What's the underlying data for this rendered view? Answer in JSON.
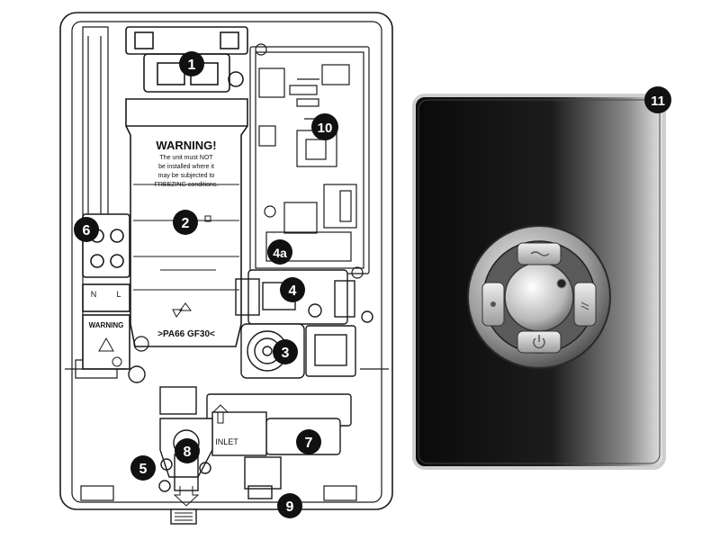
{
  "callouts": [
    {
      "key": "c1",
      "label": "1"
    },
    {
      "key": "c2",
      "label": "2"
    },
    {
      "key": "c3",
      "label": "3"
    },
    {
      "key": "c4",
      "label": "4"
    },
    {
      "key": "c4a",
      "label": "4a"
    },
    {
      "key": "c5",
      "label": "5"
    },
    {
      "key": "c6",
      "label": "6"
    },
    {
      "key": "c7",
      "label": "7"
    },
    {
      "key": "c8",
      "label": "8"
    },
    {
      "key": "c9",
      "label": "9"
    },
    {
      "key": "c10",
      "label": "10"
    },
    {
      "key": "c11",
      "label": "11"
    }
  ],
  "tank_warning": {
    "title": "WARNING!",
    "line1": "The unit must NOT",
    "line2": "be installed where it",
    "line3": "may be subjected to",
    "line4": "FREEZING conditions."
  },
  "tank_material": ">PA66 GF30<",
  "terminal": {
    "n": "N",
    "l": "L",
    "warning": "WARNING"
  },
  "inlet_label": "INLET"
}
